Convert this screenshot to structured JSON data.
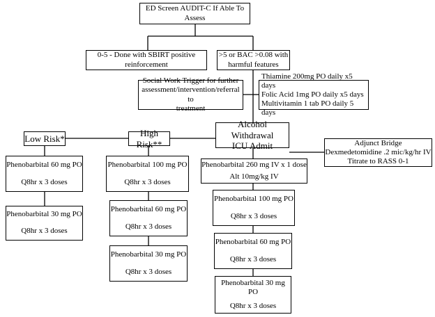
{
  "nodes": {
    "audit": {
      "lines": [
        "ED Screen AUDIT-C  If Able To",
        "Assess"
      ]
    },
    "low_score": {
      "lines": [
        "0-5  - Done with SBIRT positive",
        "reinforcement"
      ]
    },
    "high_score": {
      "lines": [
        ">5 or BAC >0.08 with",
        "harmful features"
      ]
    },
    "social_work": {
      "lines": [
        "Social Work Trigger for further",
        "assessment/intervention/referral to",
        "treatment"
      ]
    },
    "vitamins": {
      "lines": [
        "Thiamine 200mg PO daily x5 days",
        "Folic Acid 1mg PO daily x5 days",
        "Multivitamin 1 tab PO daily 5 days"
      ]
    },
    "low_risk": {
      "lines": [
        "Low Risk*"
      ]
    },
    "high_risk": {
      "lines": [
        "High Risk**"
      ]
    },
    "icu": {
      "lines": [
        "Alcohol Withdrawal",
        "ICU Admit"
      ]
    },
    "adjunct": {
      "lines": [
        "Adjunct Bridge",
        "Dexmedetomidine .2 mic/kg/hr IV",
        "Titrate to RASS 0-1"
      ]
    },
    "low_1": {
      "lines": [
        "Phenobarbital 60 mg PO",
        "Q8hr x 3 doses"
      ]
    },
    "low_2": {
      "lines": [
        "Phenobarbital 30 mg PO",
        "Q8hr x 3 doses"
      ]
    },
    "high_1": {
      "lines": [
        "Phenobarbital 100 mg PO",
        "Q8hr x 3 doses"
      ]
    },
    "high_2": {
      "lines": [
        "Phenobarbital 60 mg PO",
        "Q8hr x 3 doses"
      ]
    },
    "high_3": {
      "lines": [
        "Phenobarbital 30 mg PO",
        "Q8hr x 3 doses"
      ]
    },
    "icu_1": {
      "lines": [
        "Phenobarbital 260 mg IV x 1 dose",
        "Alt 10mg/kg IV"
      ]
    },
    "icu_2": {
      "lines": [
        "Phenobarbital 100 mg PO",
        "Q8hr x 3 doses"
      ]
    },
    "icu_3": {
      "lines": [
        "Phenobarbital 60 mg PO",
        "Q8hr x 3 doses"
      ]
    },
    "icu_4": {
      "lines": [
        "Phenobarbital 30 mg PO",
        "Q8hr x 3 doses"
      ]
    }
  }
}
